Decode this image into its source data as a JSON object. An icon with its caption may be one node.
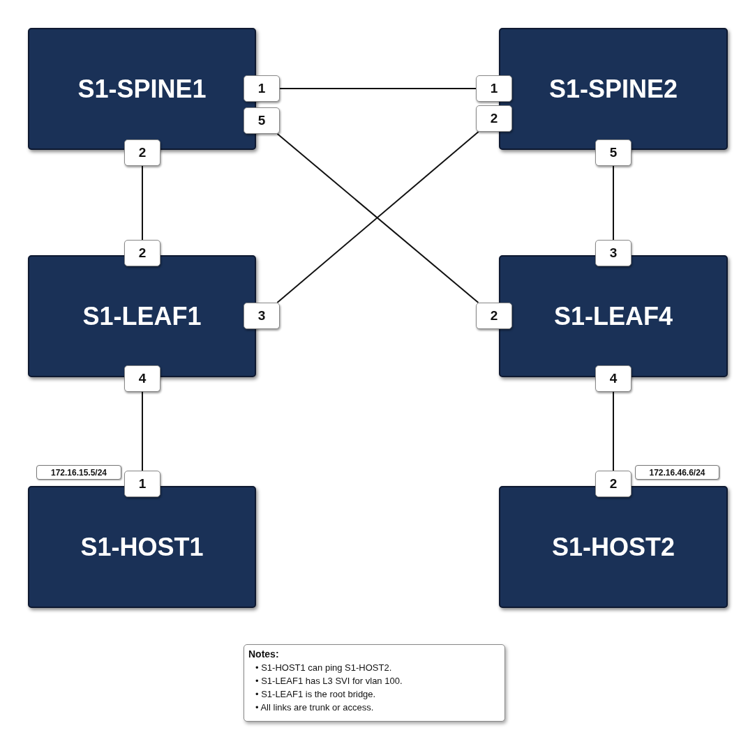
{
  "diagram": {
    "nodes": [
      {
        "text": [
          "S1-SPINE1"
        ]
      },
      {
        "text": [
          "1"
        ]
      },
      {
        "text": [
          "5"
        ]
      },
      {
        "text": [
          "2"
        ]
      },
      {
        "text": [
          "S1-SPINE2"
        ]
      },
      {
        "text": [
          "1"
        ]
      },
      {
        "text": [
          "2"
        ]
      },
      {
        "text": [
          "5"
        ]
      },
      {
        "text": [
          "S1-LEAF1"
        ]
      },
      {
        "text": [
          "2"
        ]
      },
      {
        "text": [
          "3"
        ]
      },
      {
        "text": [
          "4"
        ]
      },
      {
        "text": [
          "S1-LEAF4"
        ]
      },
      {
        "text": [
          "3"
        ]
      },
      {
        "text": [
          "2"
        ]
      },
      {
        "text": [
          "4"
        ]
      },
      {
        "text": [
          "172.16.15.5/24"
        ]
      },
      {
        "text": [
          "S1-HOST1"
        ]
      },
      {
        "text": [
          "1"
        ]
      },
      {
        "text": [
          "172.16.46.6/24"
        ]
      },
      {
        "text": [
          "S1-HOST2"
        ]
      },
      {
        "text": [
          "2"
        ]
      },
      {
        "text": [
          "Notes:",
          "• S1-HOST1 can ping S1-HOST2.",
          "• S1-LEAF1 has L3 SVI for vlan 100.",
          "• S1-LEAF1 is the root bridge.",
          "• All links are trunk or access."
        ]
      }
    ],
    "edges": [
      {
        "from": 1,
        "to": 5,
        "arrow": "none"
      },
      {
        "from": 2,
        "to": 14,
        "arrow": "none"
      },
      {
        "from": 6,
        "to": 10,
        "arrow": "none"
      },
      {
        "from": 3,
        "to": 9,
        "arrow": "none"
      },
      {
        "from": 7,
        "to": 13,
        "arrow": "none"
      },
      {
        "from": 11,
        "to": 18,
        "arrow": "none"
      },
      {
        "from": 15,
        "to": 21,
        "arrow": "none"
      }
    ]
  }
}
